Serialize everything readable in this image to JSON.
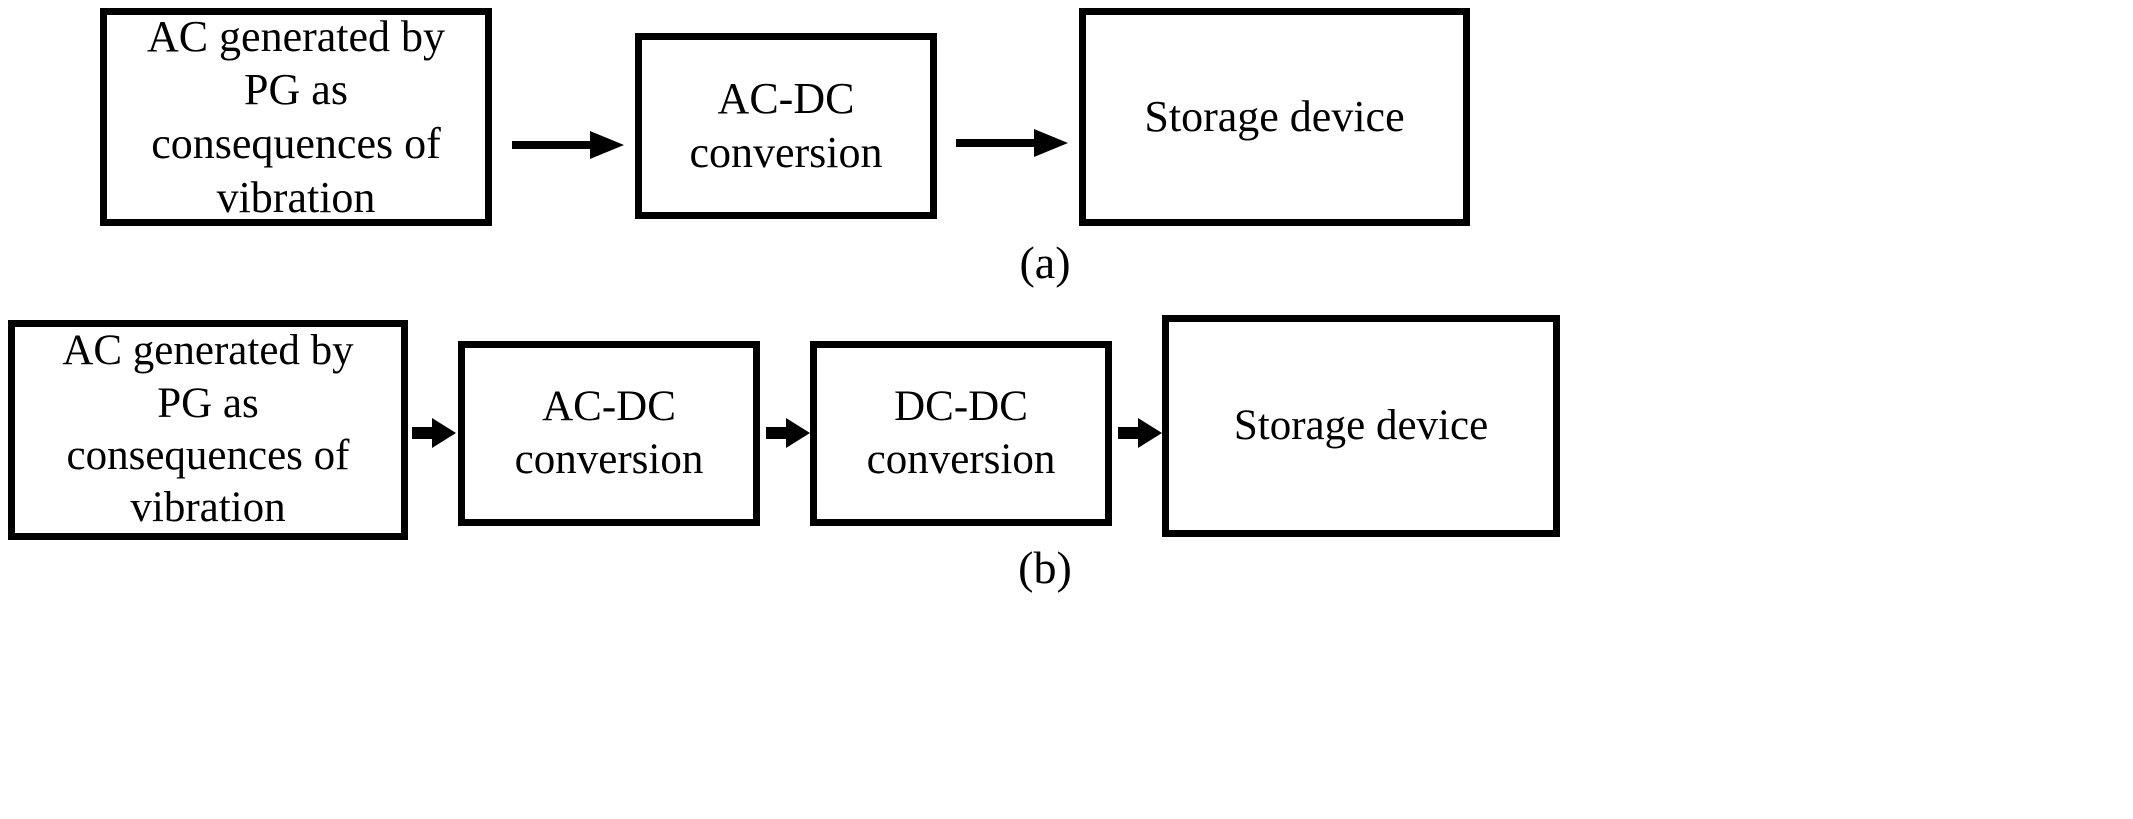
{
  "figure": {
    "background_color": "#ffffff",
    "line_color": "#000000",
    "subfigures": [
      {
        "caption": "(a)",
        "nodes": [
          {
            "id": "a1",
            "label": "AC generated by\nPG as\nconsequences of\nvibration"
          },
          {
            "id": "a2",
            "label": "AC-DC\nconversion"
          },
          {
            "id": "a3",
            "label": "Storage device"
          }
        ],
        "connections": [
          {
            "from": "a1",
            "to": "a2",
            "type": "arrow-right"
          },
          {
            "from": "a2",
            "to": "a3",
            "type": "arrow-right"
          }
        ]
      },
      {
        "caption": "(b)",
        "nodes": [
          {
            "id": "b1",
            "label": "AC generated by\nPG as\nconsequences of\nvibration"
          },
          {
            "id": "b2",
            "label": "AC-DC\nconversion"
          },
          {
            "id": "b3",
            "label": "DC-DC\nconversion"
          },
          {
            "id": "b4",
            "label": "Storage device"
          }
        ],
        "connections": [
          {
            "from": "b1",
            "to": "b2",
            "type": "arrow-right"
          },
          {
            "from": "b2",
            "to": "b3",
            "type": "arrow-right"
          },
          {
            "from": "b3",
            "to": "b4",
            "type": "arrow-right"
          }
        ]
      }
    ]
  }
}
